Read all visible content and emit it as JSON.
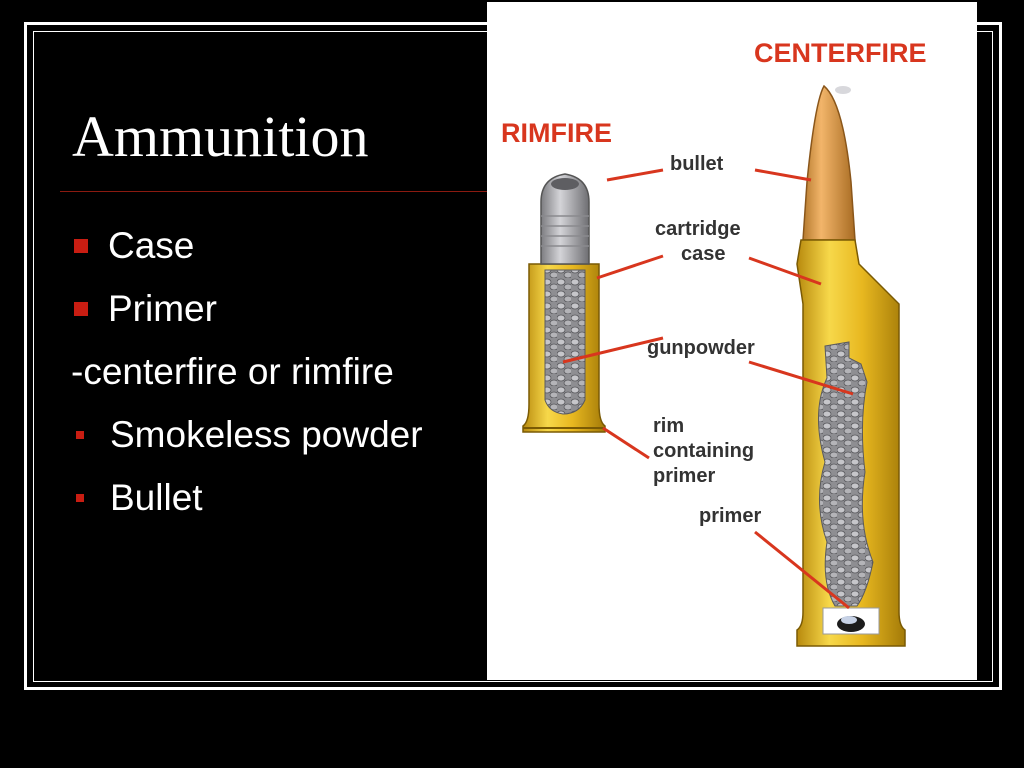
{
  "slide": {
    "title": "Ammunition",
    "bullets": [
      {
        "text": "Case",
        "marker": "square-large"
      },
      {
        "text": "Primer",
        "marker": "square-large"
      },
      {
        "text": "-centerfire or rimfire",
        "marker": "none"
      },
      {
        "text": "Smokeless powder",
        "marker": "square-small"
      },
      {
        "text": "Bullet",
        "marker": "square-small"
      }
    ]
  },
  "figure": {
    "rimfire_label": "RIMFIRE",
    "centerfire_label": "CENTERFIRE",
    "labels": {
      "bullet": "bullet",
      "cartridge_case_1": "cartridge",
      "cartridge_case_2": "case",
      "gunpowder": "gunpowder",
      "rim_1": "rim",
      "rim_2": "containing",
      "rim_3": "primer",
      "primer": "primer"
    }
  },
  "colors": {
    "background": "#000000",
    "bullet_marker": "#c81d12",
    "heading_red": "#d8361e",
    "leader_line": "#d8361e",
    "brass": "#e8b820",
    "lead": "#a8a8ab"
  }
}
